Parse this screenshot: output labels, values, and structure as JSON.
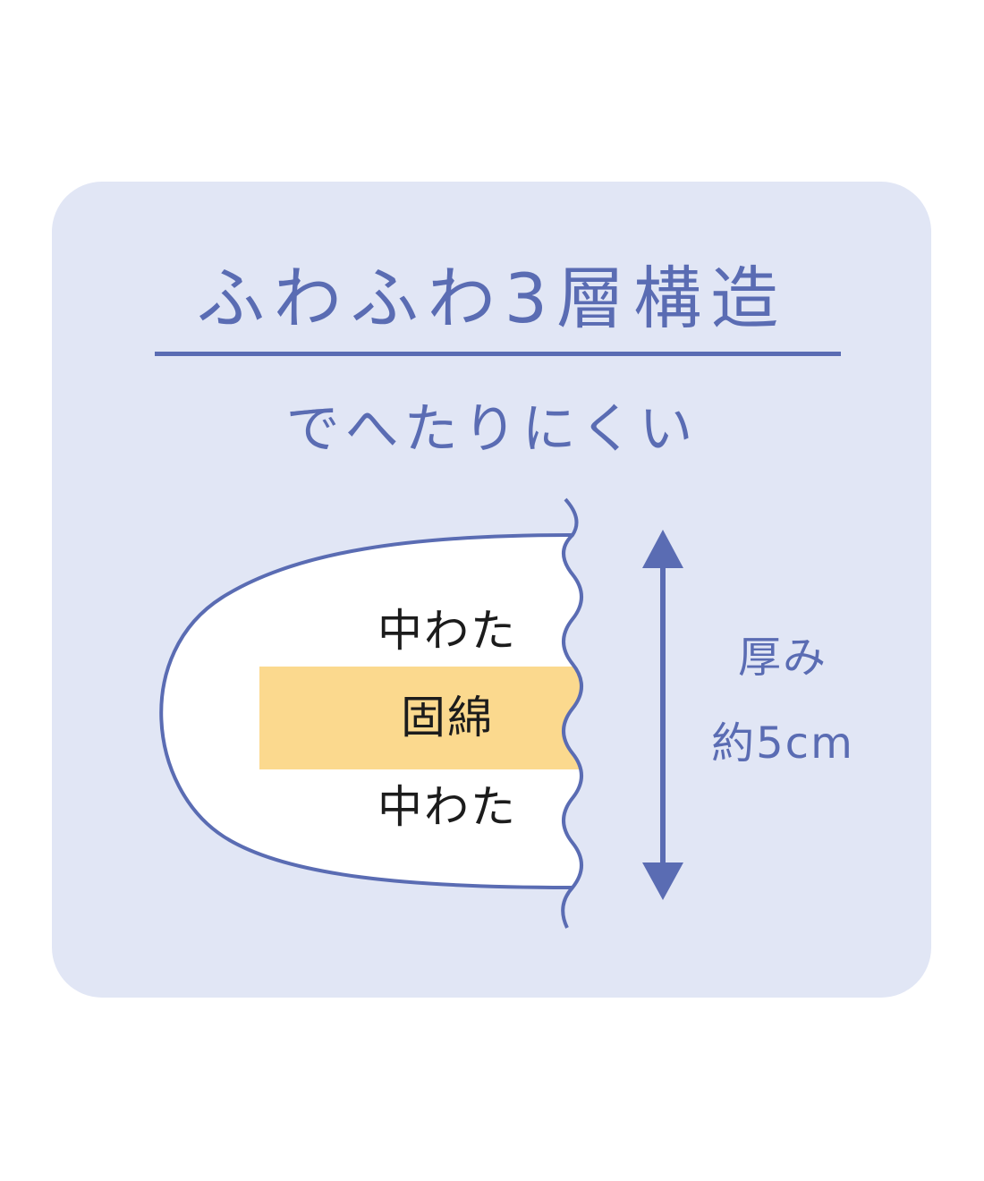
{
  "title": "ふわふわ3層構造",
  "subtitle": "でへたりにくい",
  "layers": {
    "top": "中わた",
    "middle": "固綿",
    "bottom": "中わた"
  },
  "thickness": {
    "line1": "厚み",
    "line2": "約5cm"
  },
  "colors": {
    "background_card": "#e1e6f5",
    "accent": "#5a6cb3",
    "core_layer": "#fbd98e",
    "cushion_fill": "#ffffff",
    "label_text": "#1c1c1c"
  }
}
